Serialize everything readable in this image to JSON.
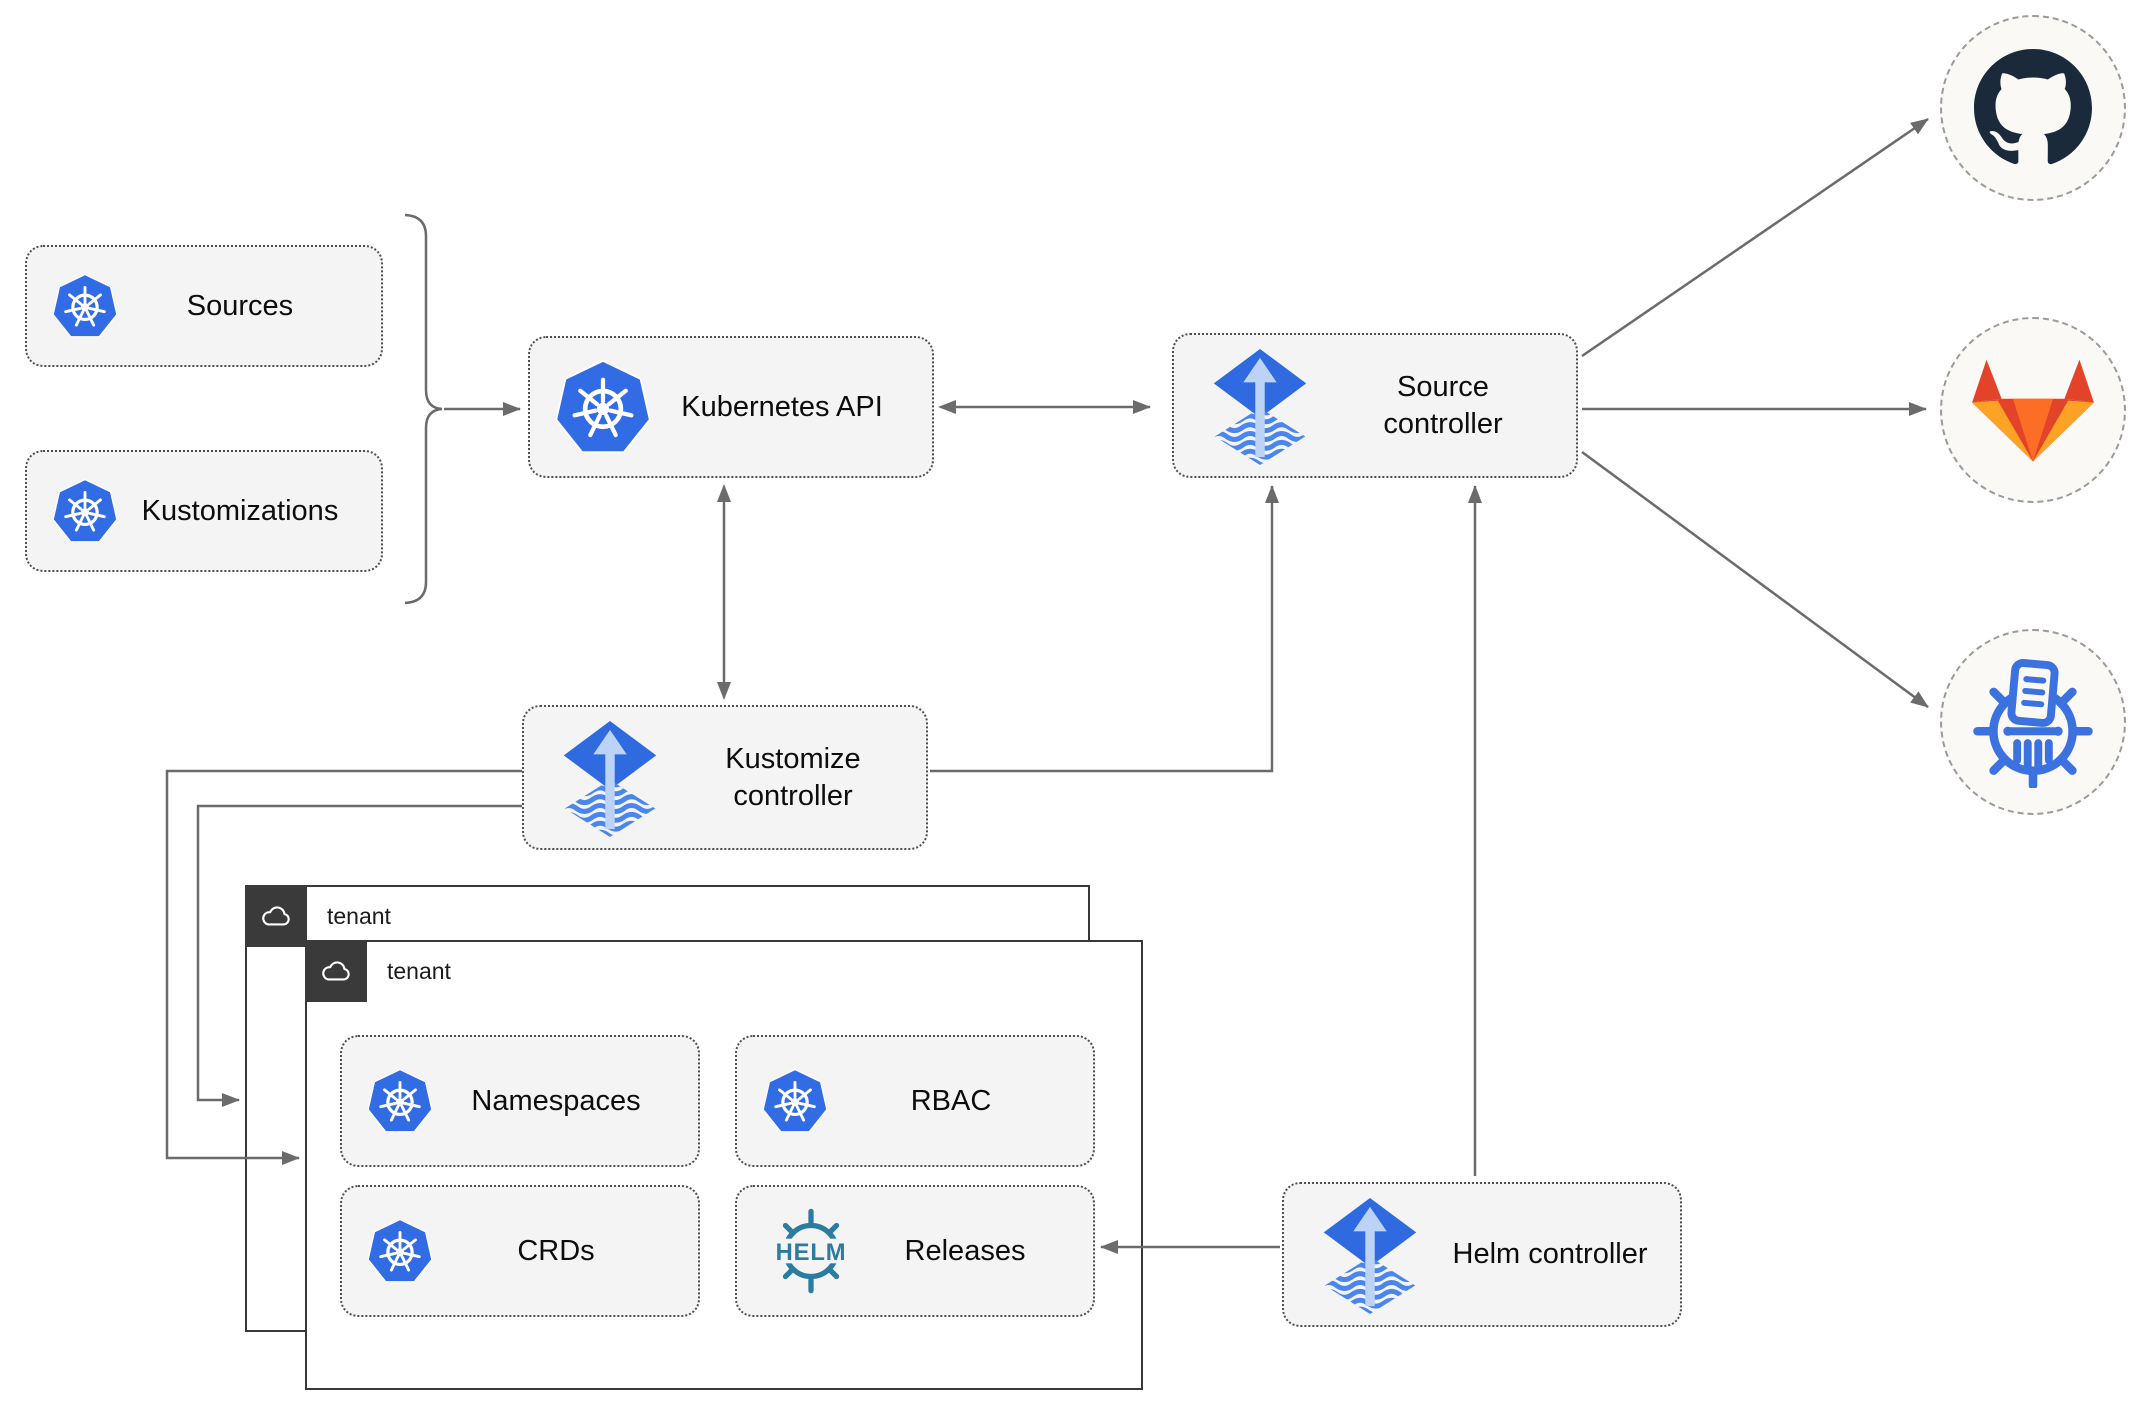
{
  "nodes": {
    "sources": {
      "label": "Sources",
      "icon": "kubernetes"
    },
    "kustomizations": {
      "label": "Kustomizations",
      "icon": "kubernetes"
    },
    "kubernetes_api": {
      "label": "Kubernetes API",
      "icon": "kubernetes"
    },
    "source_controller": {
      "label": "Source controller",
      "icon": "flux"
    },
    "kustomize_controller": {
      "label": "Kustomize controller",
      "icon": "flux"
    },
    "helm_controller": {
      "label": "Helm controller",
      "icon": "flux"
    },
    "namespaces": {
      "label": "Namespaces",
      "icon": "kubernetes"
    },
    "rbac": {
      "label": "RBAC",
      "icon": "kubernetes"
    },
    "crds": {
      "label": "CRDs",
      "icon": "kubernetes"
    },
    "releases": {
      "label": "Releases",
      "icon": "helm",
      "logo_text": "HELM"
    }
  },
  "tenants": {
    "back": {
      "label": "tenant",
      "icon": "cloud"
    },
    "front": {
      "label": "tenant",
      "icon": "cloud"
    }
  },
  "remotes": [
    {
      "name": "github",
      "icon": "github-icon"
    },
    {
      "name": "gitlab",
      "icon": "gitlab-icon"
    },
    {
      "name": "chartmuseum",
      "icon": "chartmuseum-icon"
    }
  ],
  "edges": [
    {
      "from": "sources+kustomizations",
      "to": "kubernetes-api",
      "type": "arrow"
    },
    {
      "from": "kubernetes-api",
      "to": "source-controller",
      "type": "bidirectional"
    },
    {
      "from": "kubernetes-api",
      "to": "kustomize-controller",
      "type": "bidirectional"
    },
    {
      "from": "kustomize-controller",
      "to": "source-controller",
      "type": "arrow"
    },
    {
      "from": "helm-controller",
      "to": "source-controller",
      "type": "arrow"
    },
    {
      "from": "helm-controller",
      "to": "releases",
      "type": "arrow"
    },
    {
      "from": "kustomize-controller",
      "to": "tenant-front",
      "type": "arrow"
    },
    {
      "from": "kustomize-controller",
      "to": "tenant-back",
      "type": "arrow"
    },
    {
      "from": "source-controller",
      "to": "github",
      "type": "arrow"
    },
    {
      "from": "source-controller",
      "to": "gitlab",
      "type": "arrow"
    },
    {
      "from": "source-controller",
      "to": "chartmuseum",
      "type": "arrow"
    }
  ],
  "colors": {
    "kubernetes_blue": "#326ce5",
    "flux_blue": "#2f6ae0",
    "flux_arrow_light": "#bcd3f5",
    "helm_teal": "#2b7c9e",
    "github_dark": "#1b2a3a",
    "gitlab_red": "#e24329",
    "gitlab_orange": "#fc6d26",
    "gitlab_yellow": "#fca326",
    "chartmuseum_blue": "#3b72e0",
    "edge_gray": "#6b6b6b",
    "node_bg": "#f4f4f4",
    "tenant_badge_bg": "#3a3a3a"
  }
}
